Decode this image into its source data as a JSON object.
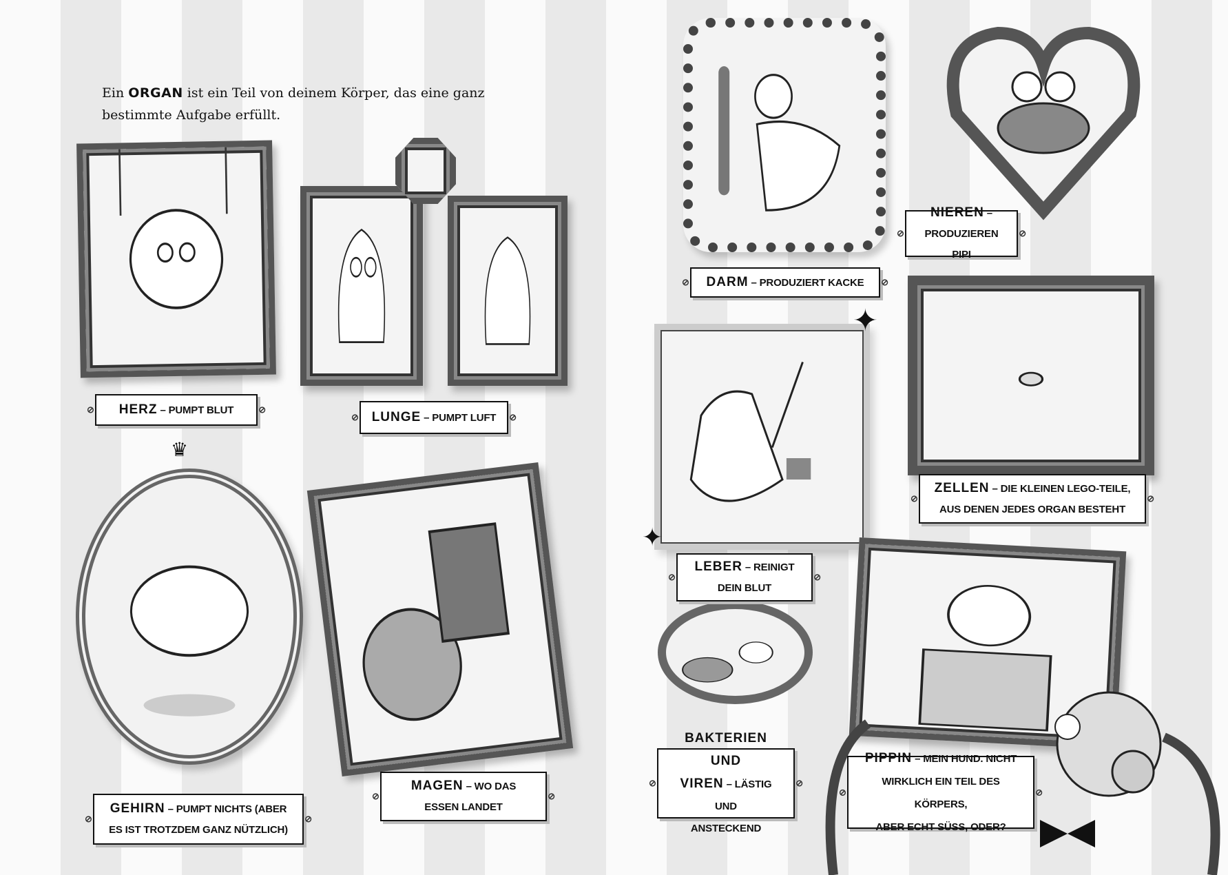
{
  "intro": {
    "prefix": "Ein",
    "keyword": "ORGAN",
    "rest": "ist ein Teil von deinem Körper, das eine ganz bestimmte Aufgabe erfüllt."
  },
  "labels": {
    "herz": {
      "name": "HERZ",
      "desc": "– pumpt Blut"
    },
    "lunge": {
      "name": "LUNGE",
      "desc": "– pumpt Luft"
    },
    "gehirn": {
      "name": "GEHIRN",
      "desc": "– pumpt nichts (aber",
      "desc2": "es ist trotzdem ganz nützlich)"
    },
    "magen": {
      "name": "MAGEN",
      "desc": "– wo das",
      "desc2": "Essen landet"
    },
    "darm": {
      "name": "DARM",
      "desc": "– produziert Kacke"
    },
    "nieren": {
      "name": "NIEREN",
      "desc": "–",
      "desc2": "produzieren Pipi"
    },
    "zellen": {
      "name": "ZELLEN",
      "desc": "– die kleinen Lego-Teile,",
      "desc2": "aus denen jedes Organ besteht"
    },
    "leber": {
      "name": "LEBER",
      "desc": "– reinigt",
      "desc2": "dein Blut"
    },
    "bakterien": {
      "name": "BAKTERIEN UND",
      "name2": "VIREN",
      "desc": "– lästig und",
      "desc2": "ansteckend"
    },
    "pippin": {
      "name": "PIPPIN",
      "desc": "– mein Hund. Nicht",
      "desc2": "wirklich ein Teil des Körpers,",
      "desc3": "aber echt süss, oder?"
    }
  }
}
